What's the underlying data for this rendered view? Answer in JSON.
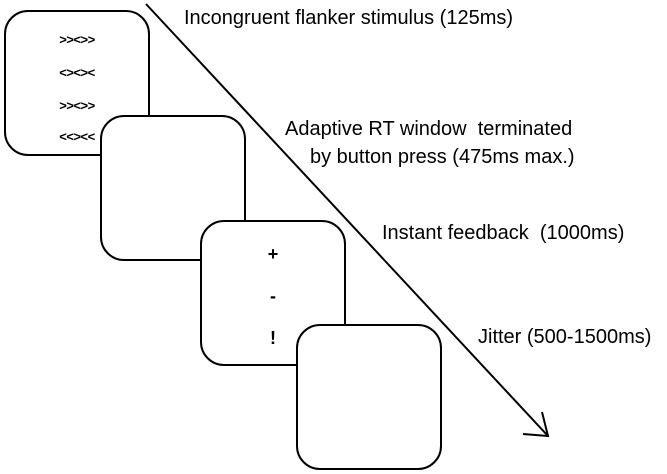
{
  "screens": {
    "stimulus_rows": [
      ">><>>",
      "<><><",
      ">><>>",
      "<<><<"
    ],
    "feedback_symbols": [
      "+",
      "-",
      "!"
    ]
  },
  "labels": {
    "stimulus": "Incongruent flanker stimulus (125ms)",
    "response_line1": "Adaptive RT window  terminated",
    "response_line2": "by button press (475ms max.)",
    "feedback": "Instant feedback  (1000ms)",
    "jitter": "Jitter (500-1500ms)"
  }
}
